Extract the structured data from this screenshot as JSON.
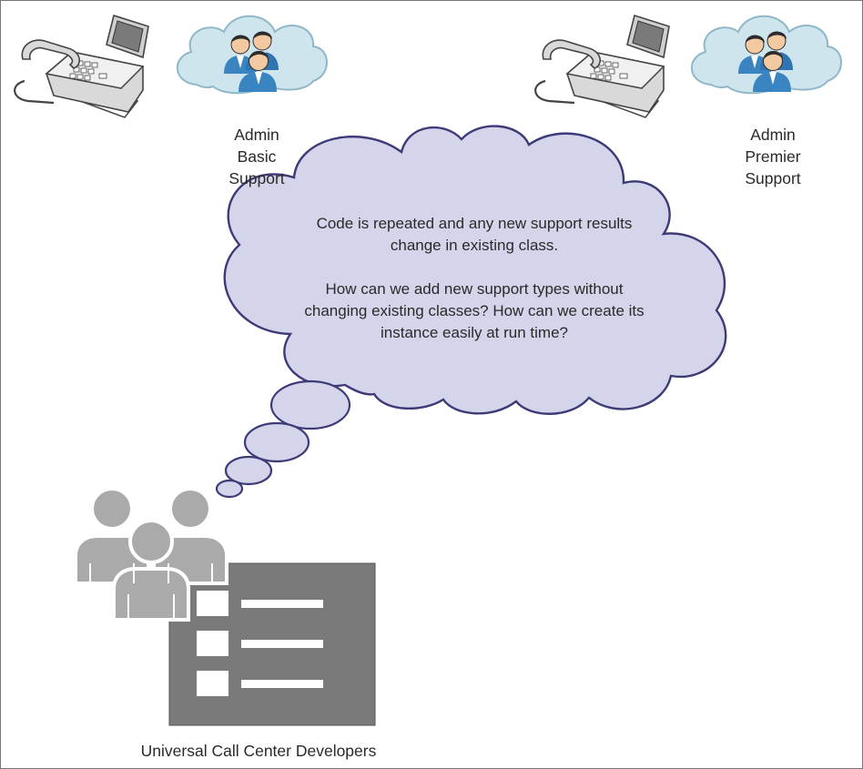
{
  "support_groups": [
    {
      "line1": "Admin",
      "line2": "Basic",
      "line3": "Support"
    },
    {
      "line1": "Admin",
      "line2": "Premier",
      "line3": "Support"
    }
  ],
  "thought_bubble": {
    "paragraph1": "Code is repeated and any new support results change in existing class.",
    "paragraph2": "How can we add new support types without changing existing classes? How can we create its instance easily at run time?"
  },
  "developers_label": "Universal Call Center Developers",
  "colors": {
    "cloud_fill": "#cfe5ee",
    "cloud_stroke": "#8fb7c8",
    "thought_fill": "#d4d4ea",
    "thought_stroke": "#3d3a78",
    "people_gray": "#aaaaaa",
    "document_gray": "#7a7a7a",
    "people_blue": "#3a84c2"
  }
}
